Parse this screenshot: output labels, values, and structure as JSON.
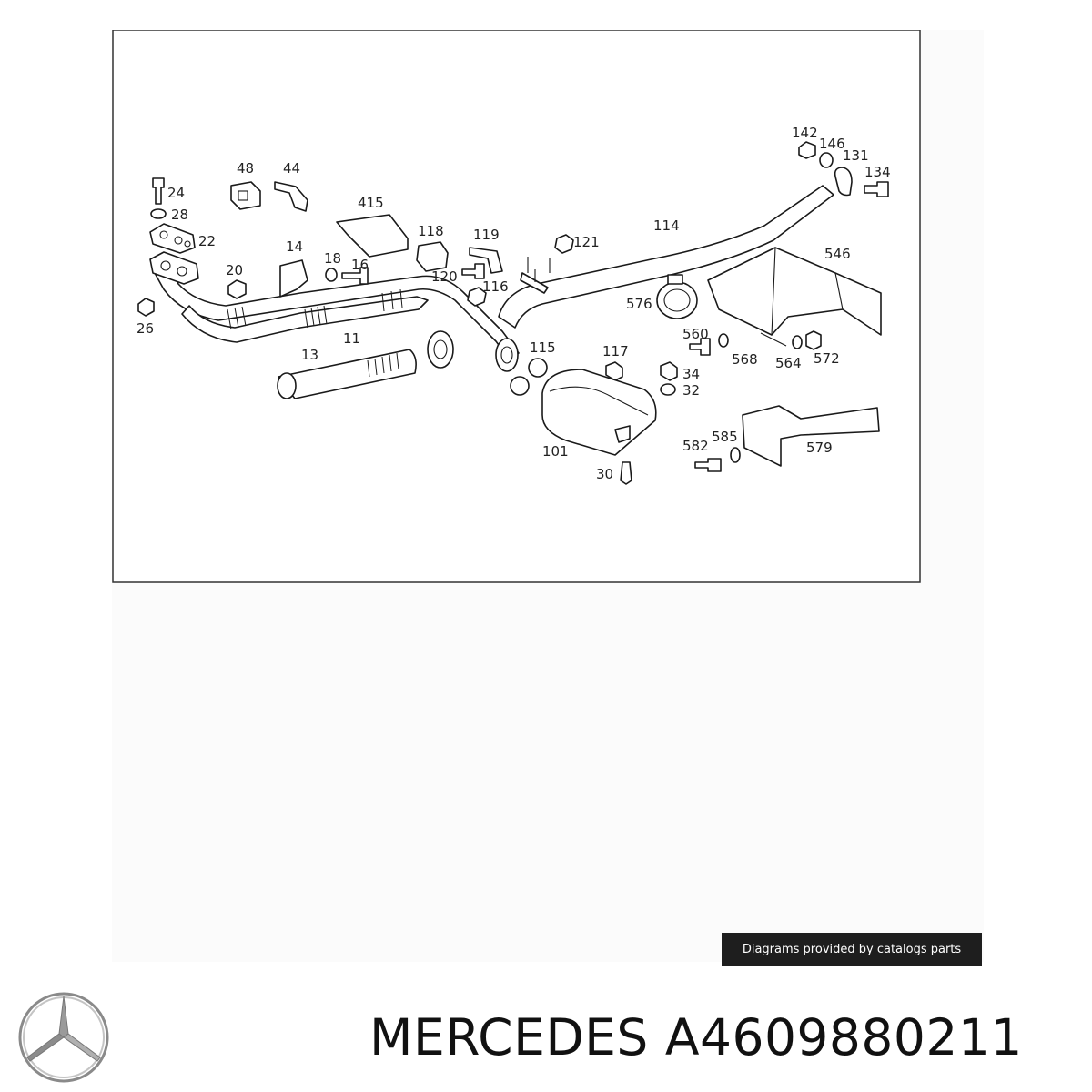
{
  "diagram": {
    "callouts": [
      "24",
      "28",
      "22",
      "48",
      "44",
      "415",
      "14",
      "18",
      "16",
      "20",
      "118",
      "119",
      "120",
      "116",
      "121",
      "114",
      "142",
      "146",
      "131",
      "134",
      "546",
      "576",
      "560",
      "568",
      "564",
      "572",
      "26",
      "11",
      "13",
      "115",
      "117",
      "34",
      "32",
      "101",
      "30",
      "582",
      "585",
      "579"
    ]
  },
  "credit_text": "Diagrams provided by catalogs parts",
  "brand_logo": {
    "icon": "mercedes-star-icon",
    "name": "MERCEDES"
  },
  "part_number_title": "MERCEDES A4609880211"
}
